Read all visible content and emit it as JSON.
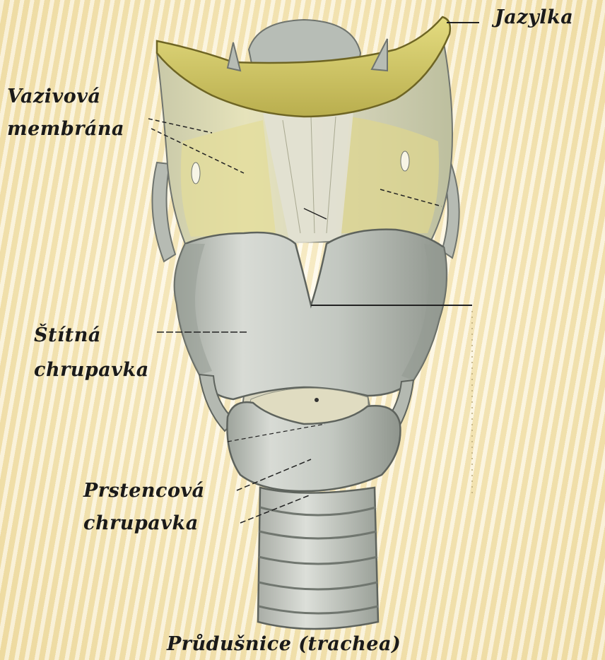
{
  "labels": {
    "hyoid": "Jazylka",
    "membrane_line1": "Vazivová",
    "membrane_line2": "membrána",
    "thyroid_line1": "Štítná",
    "thyroid_line2": "chrupavka",
    "cricoid_line1": "Prstencová",
    "cricoid_line2": "chrupavka",
    "trachea": "Průdušnice (trachea)"
  },
  "colors": {
    "background": "#fbf2d3",
    "hyoid_bone": "#d6cc6a",
    "membrane": "#e8e2b4",
    "cartilage": "#c9cdc6",
    "cartilage_shadow": "#8c918a",
    "leader_line": "#222222"
  }
}
